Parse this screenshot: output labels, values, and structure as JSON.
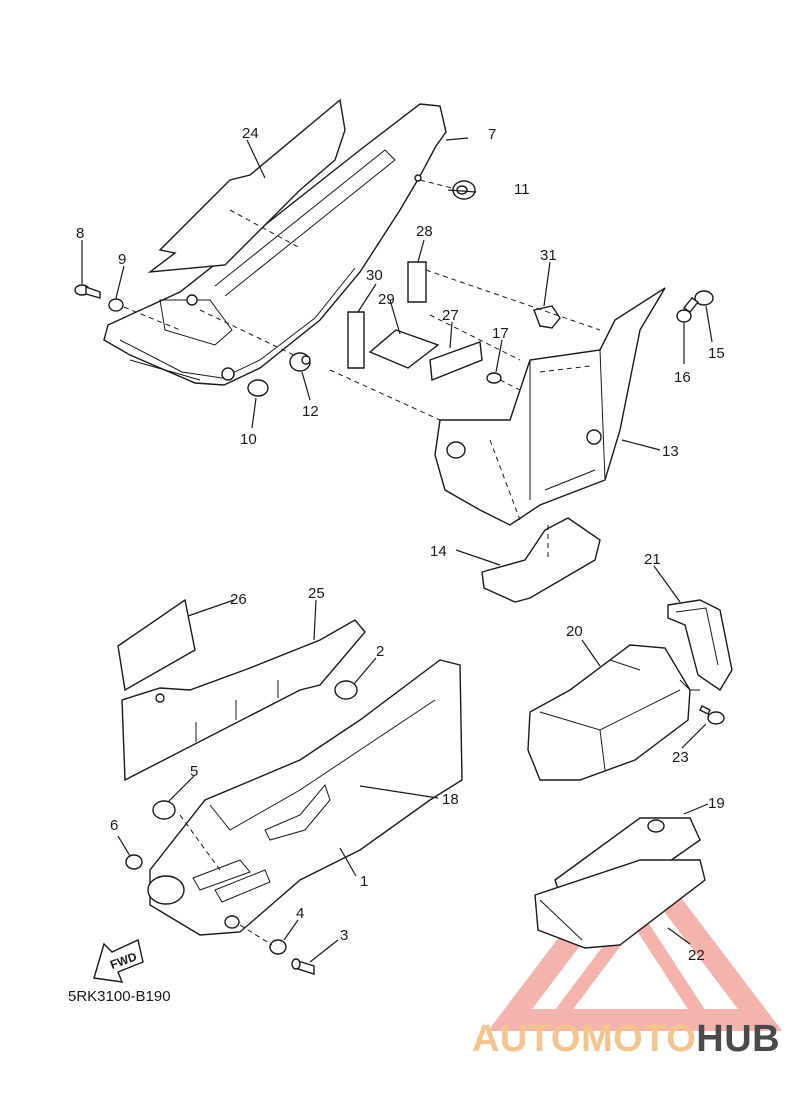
{
  "diagram": {
    "code": "5RK3100-B190",
    "fwd_label": "FWD",
    "brand_watermark": {
      "part1": "AUTOMOTO",
      "part2": "HUB",
      "color_primary": "#f5c48c",
      "color_secondary": "#4a4a4a",
      "logo_color": "#f4a6a0"
    },
    "callouts": [
      "1",
      "2",
      "3",
      "4",
      "5",
      "6",
      "7",
      "8",
      "9",
      "10",
      "11",
      "12",
      "13",
      "14",
      "15",
      "16",
      "17",
      "18",
      "19",
      "20",
      "21",
      "22",
      "23",
      "24",
      "25",
      "26",
      "27",
      "28",
      "29",
      "30",
      "31"
    ]
  }
}
